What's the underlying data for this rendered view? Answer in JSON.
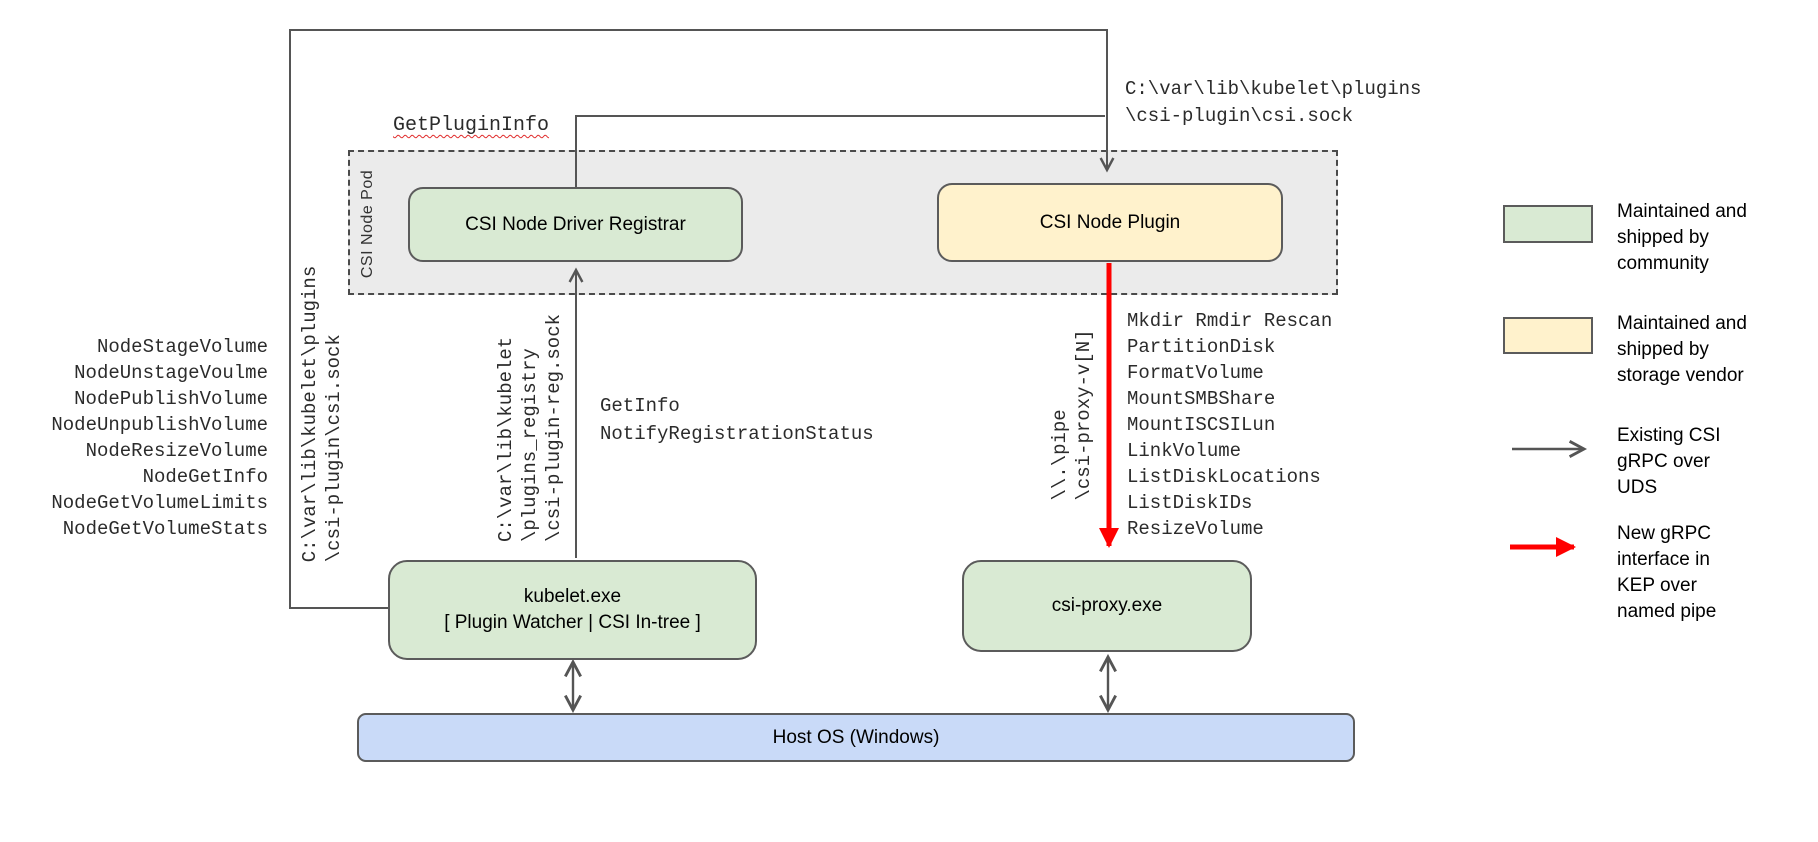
{
  "pod": {
    "label": "CSI Node Pod",
    "registrar_label": "CSI Node Driver Registrar",
    "plugin_label": "CSI Node Plugin"
  },
  "processes": {
    "kubelet_line1": "kubelet.exe",
    "kubelet_line2": "[ Plugin Watcher | CSI In-tree ]",
    "csi_proxy_label": "csi-proxy.exe",
    "host_os_label": "Host OS (Windows)"
  },
  "annotations": {
    "get_plugin_info": "GetPluginInfo",
    "csi_sock_top": [
      "C:\\var\\lib\\kubelet\\plugins",
      "\\csi-plugin\\csi.sock"
    ],
    "csi_sock_left": [
      "C:\\var\\lib\\kubelet\\plugins",
      "\\csi-plugin\\csi.sock"
    ],
    "registry_sock": [
      "C:\\var\\lib\\kubelet",
      "\\plugins_registry",
      "\\csi-plugin-reg.sock"
    ],
    "named_pipe": [
      "\\\\.\\pipe",
      "\\csi-proxy-v[N]"
    ],
    "registration_calls": [
      "GetInfo",
      "NotifyRegistrationStatus"
    ],
    "node_calls": [
      "NodeStageVolume",
      "NodeUnstageVoulme",
      "NodePublishVolume",
      "NodeUnpublishVolume",
      "NodeResizeVolume",
      "NodeGetInfo",
      "NodeGetVolumeLimits",
      "NodeGetVolumeStats"
    ],
    "proxy_calls": [
      "Mkdir Rmdir Rescan",
      "PartitionDisk",
      "FormatVolume",
      "MountSMBShare",
      "MountISCSILun",
      "LinkVolume",
      "ListDiskLocations",
      "ListDiskIDs",
      "ResizeVolume"
    ]
  },
  "legend": {
    "community": "Maintained and\nshipped by\ncommunity",
    "vendor": "Maintained and\nshipped by\nstorage vendor",
    "existing_arrow": "Existing CSI\ngRPC over\nUDS",
    "new_arrow": "New gRPC\ninterface in\nKEP over\nnamed pipe"
  },
  "colors": {
    "community_fill": "#d9ead3",
    "vendor_fill": "#fff2cc",
    "host_fill": "#c9daf8",
    "pod_fill": "#ebebeb",
    "line_gray": "#555555",
    "new_red": "#ff0000"
  }
}
